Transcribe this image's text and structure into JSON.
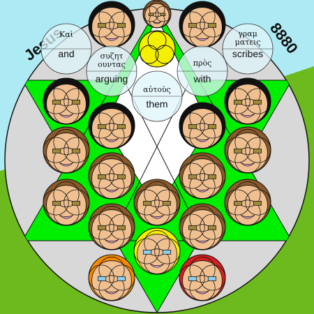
{
  "title_left": "Jesus",
  "title_right": "8880",
  "bubbles": [
    {
      "id": "kai",
      "greek": "Καὶ",
      "english": "and"
    },
    {
      "id": "suzetountas",
      "greek": "συζητ\nουντας",
      "english": "arguing"
    },
    {
      "id": "autous",
      "greek": "αὐτοὺς",
      "english": "them"
    },
    {
      "id": "pros",
      "greek": "πρὸς",
      "english": "with"
    },
    {
      "id": "grammateis",
      "greek": "γραμ\nματεις",
      "english": "scribes"
    }
  ],
  "colors": {
    "sky": "#aeeaf4",
    "ground": "#6dba1f",
    "disc": "#d8d8d8",
    "star": "#00ee00",
    "face": "#f0c090",
    "hair_brown": "#8a5a2a",
    "hair_black": "#111111",
    "hair_yellow": "#f5f000",
    "hair_orange": "#f58a00",
    "hair_red": "#d42020",
    "bubble": "#dff6fb"
  },
  "icons": [
    "face-icon",
    "halo-icon",
    "star-icon"
  ]
}
